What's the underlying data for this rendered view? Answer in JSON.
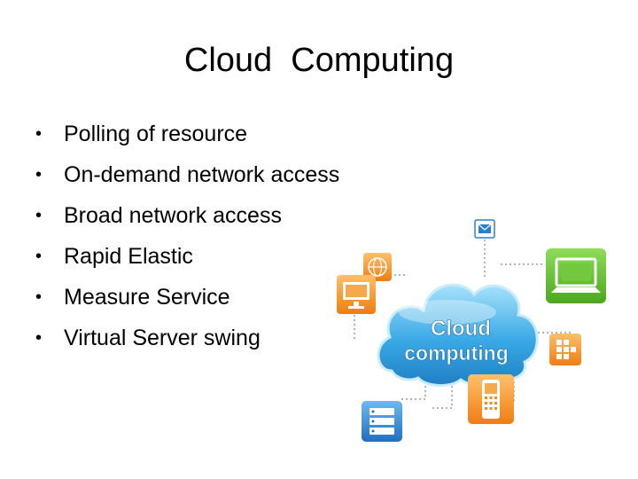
{
  "slide": {
    "title": "Cloud  Computing",
    "bullet_symbol": "•",
    "bullets": [
      "Polling of resource",
      "On-demand network access",
      "Broad network access",
      "Rapid Elastic",
      "Measure Service",
      "Virtual Server swing"
    ]
  },
  "illustration": {
    "cloud_line1": "Cloud",
    "cloud_line2": "computing",
    "icons": [
      "mail-icon",
      "globe-icon",
      "monitor-icon",
      "laptop-icon",
      "grid-icon",
      "mobile-phone-icon",
      "server-icon"
    ],
    "colors": {
      "cloud": "#3aa9e6",
      "cloud_light": "#9fdcf8",
      "orange": "#f08a1a",
      "green": "#5cbc2e",
      "blue": "#2b7fd0"
    }
  }
}
